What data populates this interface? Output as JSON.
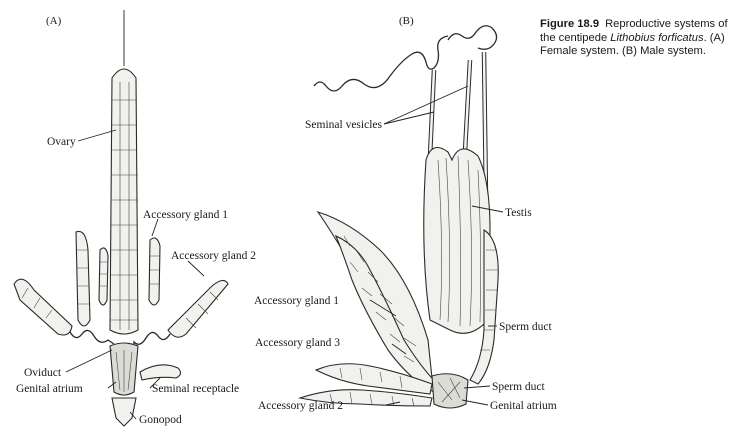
{
  "panels": {
    "a": "(A)",
    "b": "(B)"
  },
  "labels_a": {
    "ovary": "Ovary",
    "accessory_gland_1": "Accessory gland 1",
    "accessory_gland_2": "Accessory gland 2",
    "oviduct": "Oviduct",
    "genital_atrium": "Genital atrium",
    "seminal_receptacle": "Seminal receptacle",
    "gonopod": "Gonopod"
  },
  "labels_b": {
    "seminal_vesicles": "Seminal vesicles",
    "testis": "Testis",
    "accessory_gland_1": "Accessory gland 1",
    "sperm_duct_upper": "Sperm duct",
    "accessory_gland_3": "Accessory gland 3",
    "sperm_duct_lower": "Sperm duct",
    "accessory_gland_2": "Accessory gland 2",
    "genital_atrium": "Genital atrium"
  },
  "caption": {
    "figure_number": "Figure 18.9",
    "text_before_species": "Reproductive systems of the centipede ",
    "species": "Lithobius forficatus",
    "text_after_species": ". (A) Female system. (B) Male system."
  }
}
